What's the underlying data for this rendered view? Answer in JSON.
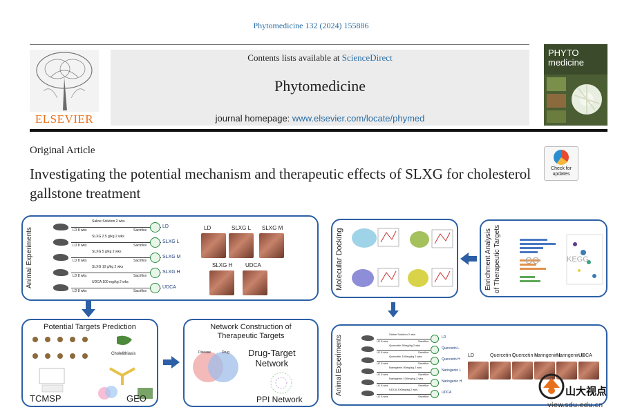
{
  "citation": "Phytomedicine 132 (2024) 155886",
  "header": {
    "contents_prefix": "Contents lists available at",
    "contents_link": "ScienceDirect",
    "journal_name": "Phytomedicine",
    "homepage_prefix": "journal homepage:",
    "homepage_url": "www.elsevier.com/locate/phymed",
    "publisher": "ELSEVIER",
    "cover_title_line1": "PHYTO",
    "cover_title_line2": "medicine"
  },
  "article": {
    "type": "Original Article",
    "title": "Investigating the potential mechanism and therapeutic effects of SLXG for cholesterol gallstone treatment",
    "badge_line1": "Check for",
    "badge_line2": "updates"
  },
  "abstract": {
    "animal_top": {
      "label": "Animal Experiments",
      "groups": [
        "LD",
        "SLXG L",
        "SLXG M",
        "SLXG H",
        "UDCA"
      ],
      "treatments": [
        "Saline Solution 2 wks",
        "SLXG 2.5 g/kg 2 wks",
        "SLXG 5 g/kg 2 wks",
        "SLXG 10 g/kg 2 wks",
        "UDCA 100 mg/kg 2 wks"
      ],
      "ld_label": "LD 8 wks",
      "sacrifice": "Sacrifice",
      "photos": [
        "LD",
        "SLXG L",
        "SLXG M",
        "SLXG H",
        "UDCA"
      ]
    },
    "docking": {
      "label": "Molecular Docking"
    },
    "enrichment": {
      "label_line1": "Enrichment Analysis",
      "label_line2": "of Therapeutic Targets",
      "go": "GO",
      "kegg": "KEGG"
    },
    "prediction": {
      "title": "Potential Targets Prediction",
      "tcmsp": "TCMSP",
      "geo": "GEO",
      "cholelithiasis": "Cholelithiasis"
    },
    "network": {
      "title_line1": "Network Construction of",
      "title_line2": "Therapeutic Targets",
      "drug_target_line1": "Drug-Target",
      "drug_target_line2": "Network",
      "ppi": "PPI Network",
      "venn_disease": "Disease",
      "venn_drug": "Drug"
    },
    "animal_bottom": {
      "label": "Animal Experiments",
      "groups": [
        "LD",
        "Quercetin L",
        "Quercetin H",
        "Naringenin L",
        "Naringenin H",
        "UDCA"
      ],
      "treatments": [
        "Saline Solution 2 wks",
        "Quercetin 50mg/kg 2 wks",
        "Quercetin 100mg/kg 2 wks",
        "Naringenin 50mg/kg 2 wks",
        "Naringenin 100mg/kg 2 wks",
        "UDCA 100mg/kg 2 wks"
      ],
      "ld_label": "LD 8 wks",
      "sacrifice": "Sacrifice",
      "photos": [
        "LD",
        "Quercetin L",
        "Quercetin H",
        "Naringenin L",
        "Naringenin H",
        "UDCA"
      ]
    }
  },
  "watermark": {
    "brand": "山大视点",
    "url": "view.sdu.edu.cn"
  }
}
